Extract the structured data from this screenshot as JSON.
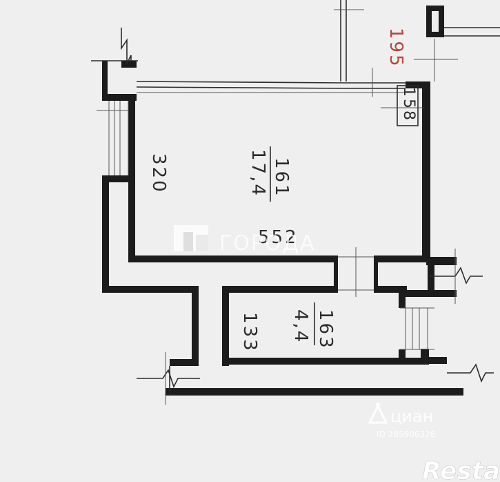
{
  "plan": {
    "top_right_dimension": "195",
    "small_dimension": "158",
    "main_room": {
      "number": "161",
      "area": "17,4",
      "width_dimension": "320",
      "length_dimension": "552"
    },
    "small_room": {
      "number": "163",
      "area": "4,4",
      "width_dimension": "133"
    }
  },
  "watermarks": {
    "gorod": "ГОРОДА",
    "cian_name": "циан",
    "cian_id": "ID 285906326",
    "restate": "Restate"
  },
  "colors": {
    "background": "#efefef",
    "wall": "#1c1c1c",
    "red_dimension": "#b7463a",
    "watermark": "#ffffff"
  }
}
